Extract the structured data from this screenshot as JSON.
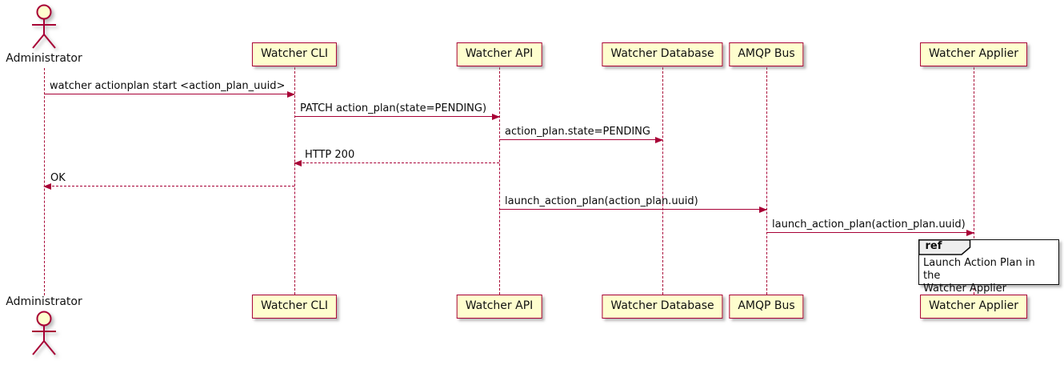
{
  "diagram_type": "uml-sequence",
  "colors": {
    "participant_fill": "#FEFECE",
    "border_accent": "#A80036",
    "text": "#0a0a0a",
    "ref_fill": "#FFFFFF",
    "ref_tab_fill": "#EEEEEE",
    "ref_border": "#0a0a0a",
    "background": "#FFFFFF"
  },
  "actor": {
    "label": "Administrator"
  },
  "participants": [
    {
      "label": "Watcher CLI"
    },
    {
      "label": "Watcher API"
    },
    {
      "label": "Watcher Database"
    },
    {
      "label": "AMQP Bus"
    },
    {
      "label": "Watcher Applier"
    }
  ],
  "messages": [
    {
      "label": "watcher actionplan start <action_plan_uuid>",
      "from": "Administrator",
      "to": "Watcher CLI",
      "line": "solid",
      "direction": "right"
    },
    {
      "label": "PATCH action_plan(state=PENDING)",
      "from": "Watcher CLI",
      "to": "Watcher API",
      "line": "solid",
      "direction": "right"
    },
    {
      "label": "action_plan.state=PENDING",
      "from": "Watcher API",
      "to": "Watcher Database",
      "line": "solid",
      "direction": "right"
    },
    {
      "label": "HTTP 200",
      "from": "Watcher API",
      "to": "Watcher CLI",
      "line": "dashed",
      "direction": "left"
    },
    {
      "label": "OK",
      "from": "Watcher CLI",
      "to": "Administrator",
      "line": "dashed",
      "direction": "left"
    },
    {
      "label": "launch_action_plan(action_plan.uuid)",
      "from": "Watcher API",
      "to": "AMQP Bus",
      "line": "solid",
      "direction": "right"
    },
    {
      "label": "launch_action_plan(action_plan.uuid)",
      "from": "AMQP Bus",
      "to": "Watcher Applier",
      "line": "solid",
      "direction": "right"
    }
  ],
  "ref": {
    "keyword": "ref",
    "over": "Watcher Applier",
    "text": "Launch Action Plan in the\nWatcher Applier"
  }
}
